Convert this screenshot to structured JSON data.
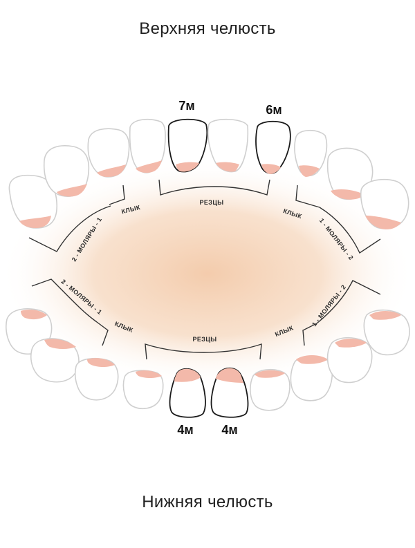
{
  "upper_jaw": {
    "title": "Верхняя челюсть",
    "labels": {
      "incisors": "РЕЗЦЫ",
      "canine_left": "КЛЫК",
      "canine_right": "КЛЫК",
      "molars_left": "2 - МОЛЯРЫ - 1",
      "molars_right": "1 - МОЛЯРЫ - 2"
    },
    "ages": {
      "left_central": "7м",
      "right_central": "6м"
    }
  },
  "lower_jaw": {
    "title": "Нижняя челюсть",
    "labels": {
      "incisors": "РЕЗЦЫ",
      "canine_left": "КЛЫК",
      "canine_right": "КЛЫК",
      "molars_left": "2 - МОЛЯРЫ - 1",
      "molars_right": "1 - МОЛЯРЫ - 2"
    },
    "ages": {
      "left_central": "4м",
      "right_central": "4м"
    }
  },
  "colors": {
    "glow": "#f3c9a8",
    "gum": "#f3b9aa",
    "outline": "#cfcfcf"
  }
}
